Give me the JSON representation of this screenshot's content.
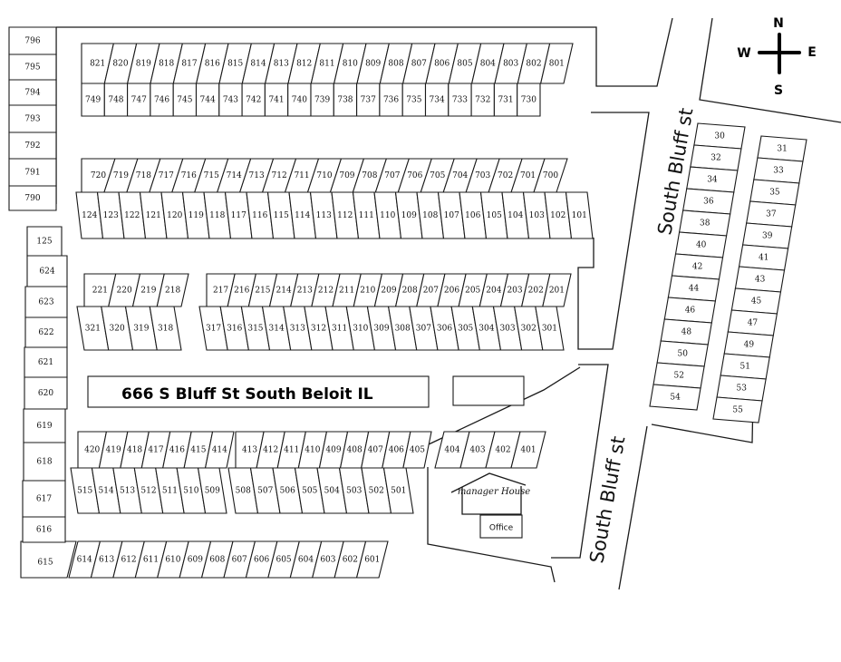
{
  "title": "666 S Bluff St South Beloit IL",
  "compass": {
    "n": "N",
    "s": "S",
    "e": "E",
    "w": "W"
  },
  "streets": {
    "upper": "South Bluff st",
    "lower": "South Bluff st"
  },
  "buildings": {
    "manager_house": "manager House",
    "office": "Office"
  },
  "rows": {
    "row_800": [
      "821",
      "820",
      "819",
      "818",
      "817",
      "816",
      "815",
      "814",
      "813",
      "812",
      "811",
      "810",
      "809",
      "808",
      "807",
      "806",
      "805",
      "804",
      "803",
      "802",
      "801"
    ],
    "row_700a": [
      "749",
      "748",
      "747",
      "746",
      "745",
      "744",
      "743",
      "742",
      "741",
      "740",
      "739",
      "738",
      "737",
      "736",
      "735",
      "734",
      "733",
      "732",
      "731",
      "730"
    ],
    "row_700b": [
      "720",
      "719",
      "718",
      "717",
      "716",
      "715",
      "714",
      "713",
      "712",
      "711",
      "710",
      "709",
      "708",
      "707",
      "706",
      "705",
      "704",
      "703",
      "702",
      "701",
      "700"
    ],
    "row_100": [
      "124",
      "123",
      "122",
      "121",
      "120",
      "119",
      "118",
      "117",
      "116",
      "115",
      "114",
      "113",
      "112",
      "111",
      "110",
      "109",
      "108",
      "107",
      "106",
      "105",
      "104",
      "103",
      "102",
      "101"
    ],
    "row_200a": [
      "221",
      "220",
      "219",
      "218"
    ],
    "row_300a": [
      "321",
      "320",
      "319",
      "318"
    ],
    "row_200b": [
      "217",
      "216",
      "215",
      "214",
      "213",
      "212",
      "211",
      "210",
      "209",
      "208",
      "207",
      "206",
      "205",
      "204",
      "203",
      "202",
      "201"
    ],
    "row_300b": [
      "317",
      "316",
      "315",
      "314",
      "313",
      "312",
      "311",
      "310",
      "309",
      "308",
      "307",
      "306",
      "305",
      "304",
      "303",
      "302",
      "301"
    ],
    "row_400a": [
      "420",
      "419",
      "418",
      "417",
      "416",
      "415",
      "414"
    ],
    "row_500a": [
      "515",
      "514",
      "513",
      "512",
      "511",
      "510",
      "509"
    ],
    "row_400b": [
      "413",
      "412",
      "411",
      "410",
      "409",
      "408",
      "407",
      "406",
      "405"
    ],
    "row_500b": [
      "508",
      "507",
      "506",
      "505",
      "504",
      "503",
      "502",
      "501"
    ],
    "row_400c": [
      "404",
      "403",
      "402",
      "401"
    ],
    "row_600": [
      "614",
      "613",
      "612",
      "611",
      "610",
      "609",
      "608",
      "607",
      "606",
      "605",
      "604",
      "603",
      "602",
      "601"
    ],
    "left_column": [
      "796",
      "795",
      "794",
      "793",
      "792",
      "791",
      "790",
      "125",
      "624",
      "623",
      "622",
      "621",
      "620",
      "619",
      "618",
      "617",
      "616",
      "615"
    ],
    "east_even": [
      "30",
      "32",
      "34",
      "36",
      "38",
      "40",
      "42",
      "44",
      "46",
      "48",
      "50",
      "52",
      "54"
    ],
    "east_odd": [
      "31",
      "33",
      "35",
      "37",
      "39",
      "41",
      "43",
      "45",
      "47",
      "49",
      "51",
      "53",
      "55"
    ]
  }
}
